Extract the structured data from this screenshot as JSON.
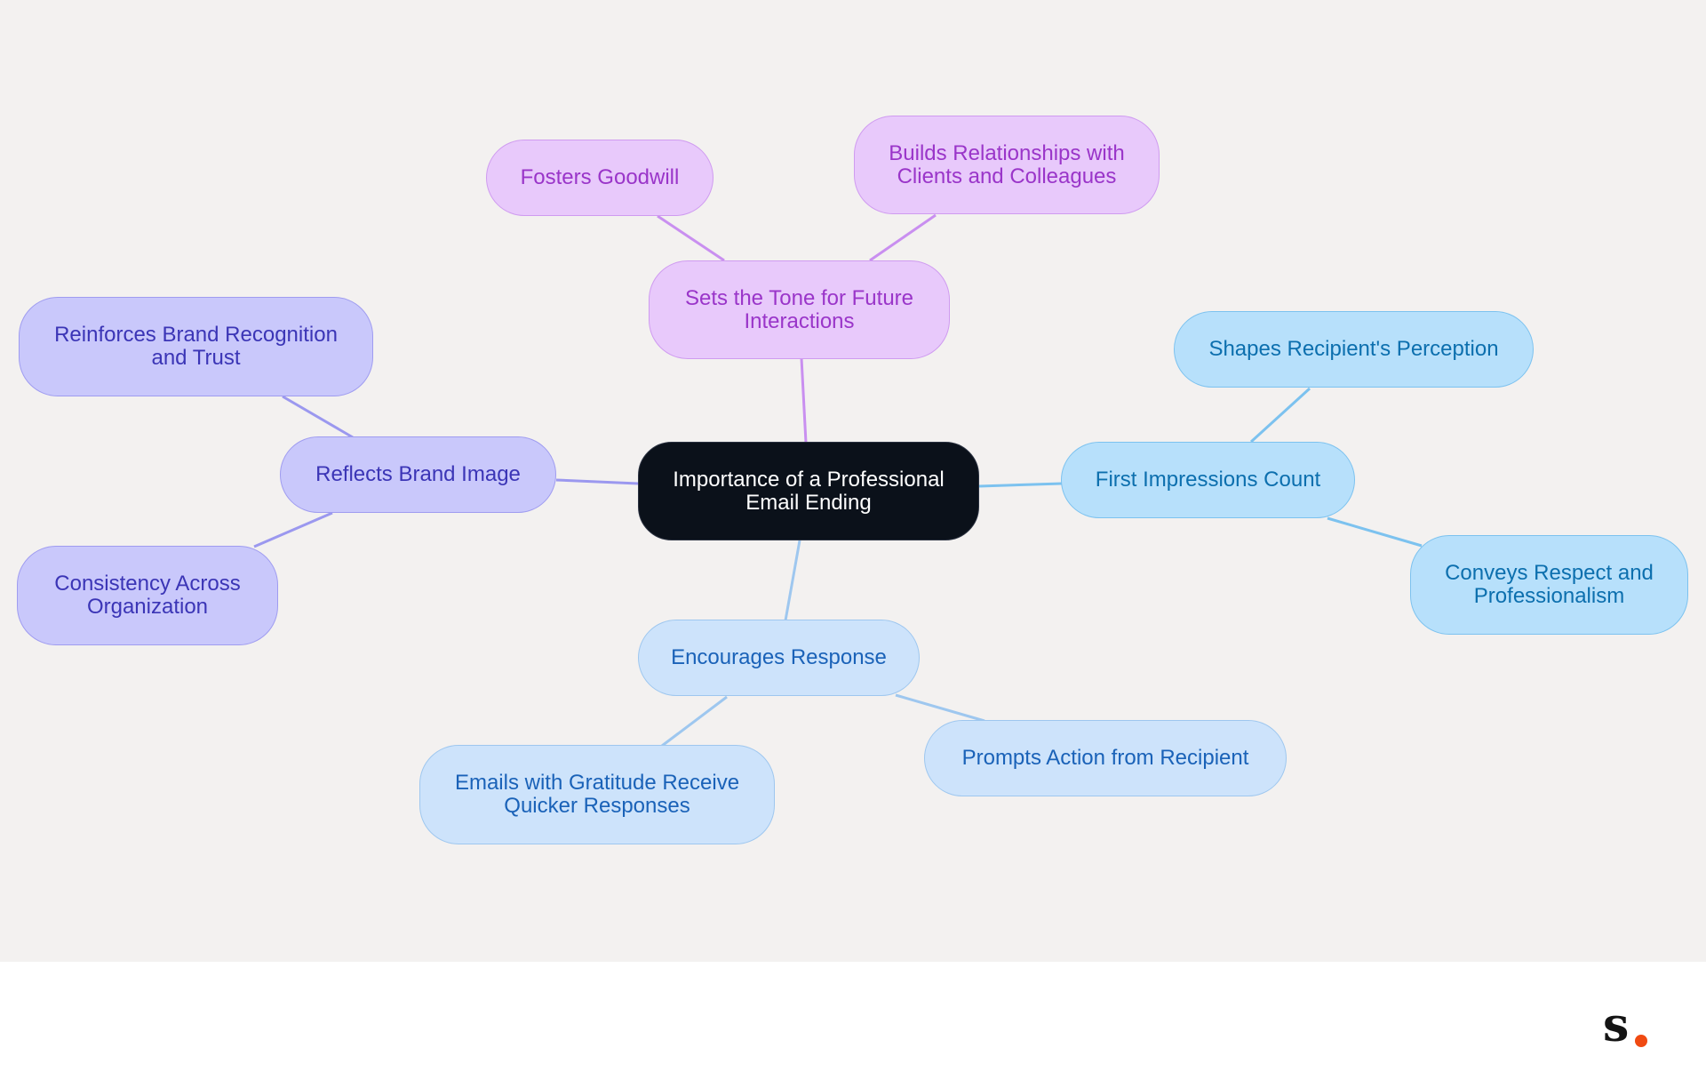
{
  "diagram": {
    "root": {
      "label": "Importance of a Professional Email Ending"
    },
    "branches": {
      "tone": {
        "label": "Sets the Tone for Future Interactions",
        "children": {
          "goodwill": "Fosters Goodwill",
          "relationships": "Builds Relationships with Clients and Colleagues"
        }
      },
      "brand": {
        "label": "Reflects Brand Image",
        "children": {
          "recognition": "Reinforces Brand Recognition and Trust",
          "consistency": "Consistency Across Organization"
        }
      },
      "impressions": {
        "label": "First Impressions Count",
        "children": {
          "perception": "Shapes Recipient's Perception",
          "respect": "Conveys Respect and Professionalism"
        }
      },
      "response": {
        "label": "Encourages Response",
        "children": {
          "gratitude": "Emails with Gratitude Receive Quicker Responses",
          "action": "Prompts Action from Recipient"
        }
      }
    },
    "colors": {
      "background": "#f3f1f0",
      "root_fill": "#0b111a",
      "purple_fill": "#e8c9fb",
      "purple_edge": "#c98ff0",
      "indigo_fill": "#c9c8fb",
      "indigo_edge": "#9b98ef",
      "sky_fill": "#b7e0fb",
      "sky_edge": "#7cc2ef",
      "pale_fill": "#cde3fb",
      "pale_edge": "#9ec7ef"
    }
  },
  "branding": {
    "logo_letter": "s",
    "logo_dot_color": "#f04a12"
  }
}
